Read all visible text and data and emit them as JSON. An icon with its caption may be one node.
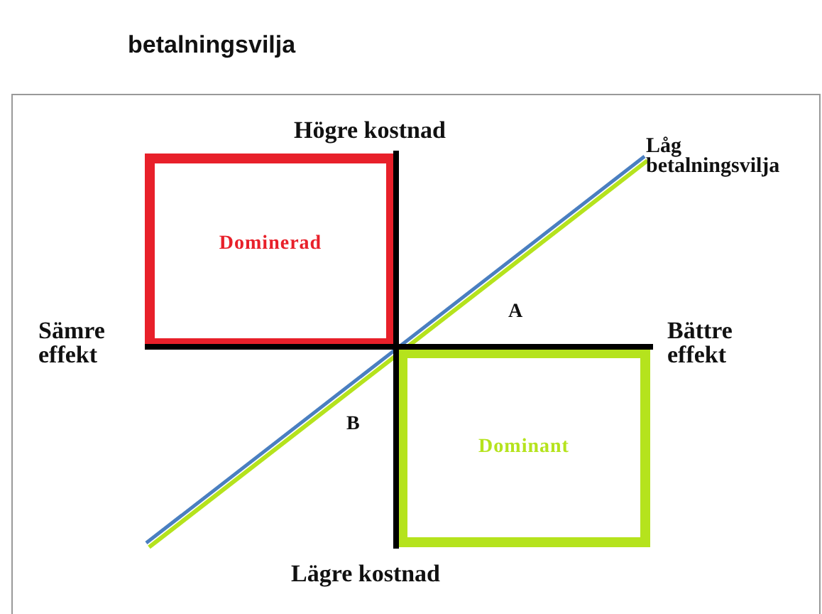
{
  "diagram": {
    "title": "betalningsvilja",
    "nodes": [
      {
        "text": [
          "Dominerad"
        ]
      },
      {
        "text": [
          "Dominant"
        ]
      }
    ],
    "labels": [
      "Högre kostnad",
      "Låg betalningsvilja",
      "Sämre effekt",
      "A",
      "Bättre effekt",
      "B",
      "Lägre kostnad"
    ]
  }
}
